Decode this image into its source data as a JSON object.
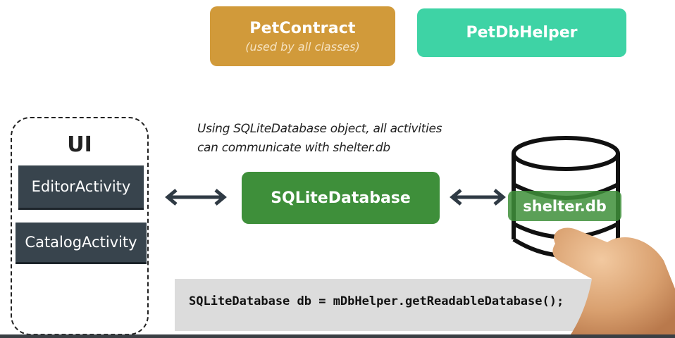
{
  "top_boxes": {
    "pet_contract": {
      "title": "PetContract",
      "subtitle": "(used by all classes)",
      "color": "#d19a3a"
    },
    "pet_db_helper": {
      "title": "PetDbHelper",
      "color": "#3ed3a5"
    }
  },
  "ui_group": {
    "title": "UI",
    "activities": [
      "EditorActivity",
      "CatalogActivity"
    ],
    "activity_color": "#38444d"
  },
  "note": {
    "line1": "Using SQLiteDatabase object, all activities",
    "line2": "can communicate with shelter.db"
  },
  "center_box": {
    "label": "SQLiteDatabase",
    "color": "#3e8f3a"
  },
  "database": {
    "label": "shelter.db",
    "icon": "database-cylinder-icon"
  },
  "code": {
    "text": "SQLiteDatabase db = mDbHelper.getReadableDatabase();"
  },
  "arrows": [
    "double-arrow-icon",
    "double-arrow-icon"
  ]
}
